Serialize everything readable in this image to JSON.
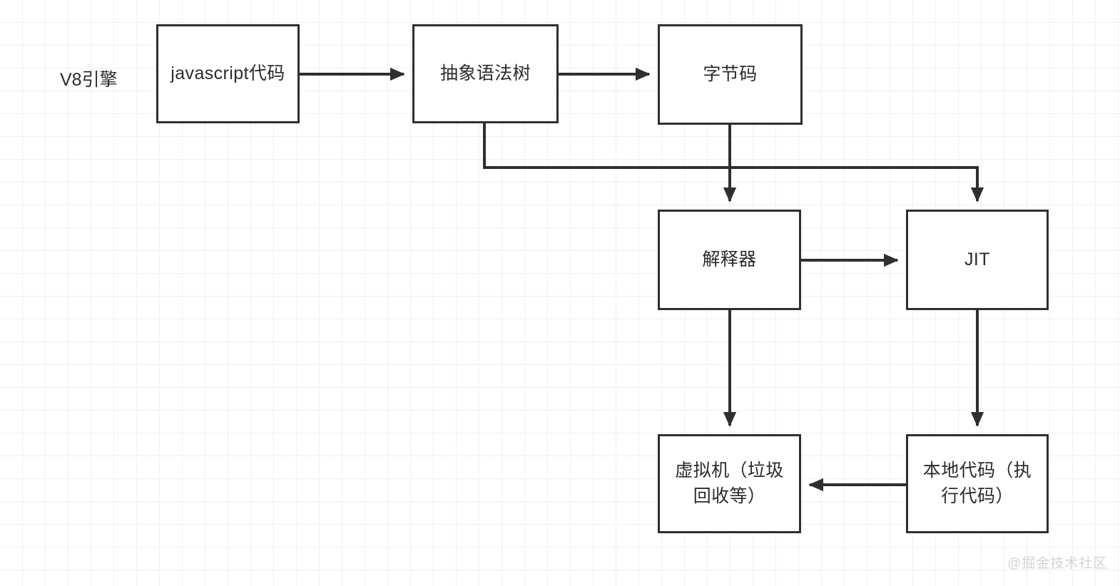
{
  "diagram": {
    "title_label": "V8引擎",
    "stroke_color": "#2f2f2f",
    "text_color": "#2b2b2b",
    "background_color": "#ffffff",
    "grid_minor_color": "#f0f0f0",
    "grid_major_color": "#e6e6e6",
    "nodes": [
      {
        "id": "javascript-code",
        "label": "javascript代码"
      },
      {
        "id": "ast",
        "label": "抽象语法树"
      },
      {
        "id": "bytecode",
        "label": "字节码"
      },
      {
        "id": "interpreter",
        "label": "解释器"
      },
      {
        "id": "jit",
        "label": "JIT"
      },
      {
        "id": "virtual-machine",
        "label": "虚拟机（垃圾回收等）"
      },
      {
        "id": "native-code",
        "label": "本地代码（执行代码）"
      }
    ],
    "edges": [
      {
        "from": "javascript-code",
        "to": "ast",
        "style": "straight-right"
      },
      {
        "from": "ast",
        "to": "bytecode",
        "style": "straight-right"
      },
      {
        "from": "bytecode",
        "to": "interpreter",
        "style": "straight-down"
      },
      {
        "from": "ast",
        "to": "jit",
        "style": "elbow-down-right-down"
      },
      {
        "from": "interpreter",
        "to": "jit",
        "style": "straight-right"
      },
      {
        "from": "interpreter",
        "to": "virtual-machine",
        "style": "straight-down"
      },
      {
        "from": "jit",
        "to": "native-code",
        "style": "straight-down"
      },
      {
        "from": "native-code",
        "to": "virtual-machine",
        "style": "straight-left"
      }
    ]
  },
  "watermark": {
    "text": "@掘金技术社区"
  }
}
